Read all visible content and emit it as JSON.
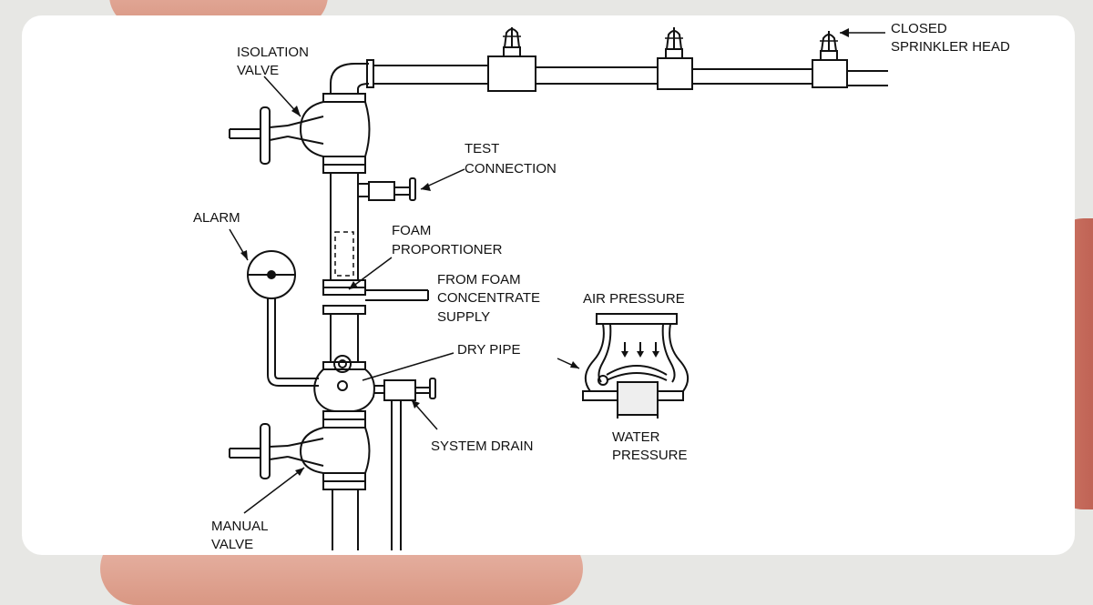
{
  "background": {
    "color": "#e7e7e4",
    "card_color": "#ffffff",
    "skin_color": "#e0a898"
  },
  "labels": {
    "isolation_valve": [
      "ISOLATION",
      "VALVE"
    ],
    "closed_sprinkler_head": [
      "CLOSED",
      "SPRINKLER HEAD"
    ],
    "test_connection": [
      "TEST",
      "CONNECTION"
    ],
    "alarm": [
      "ALARM"
    ],
    "foam_proportioner": [
      "FOAM",
      "PROPORTIONER"
    ],
    "from_foam_concentrate_supply": [
      "FROM FOAM",
      "CONCENTRATE",
      "SUPPLY"
    ],
    "air_pressure": [
      "AIR PRESSURE"
    ],
    "dry_pipe": [
      "DRY PIPE"
    ],
    "water_pressure": [
      "WATER",
      "PRESSURE"
    ],
    "system_drain": [
      "SYSTEM DRAIN"
    ],
    "manual_valve": [
      "MANUAL",
      "VALVE"
    ]
  }
}
